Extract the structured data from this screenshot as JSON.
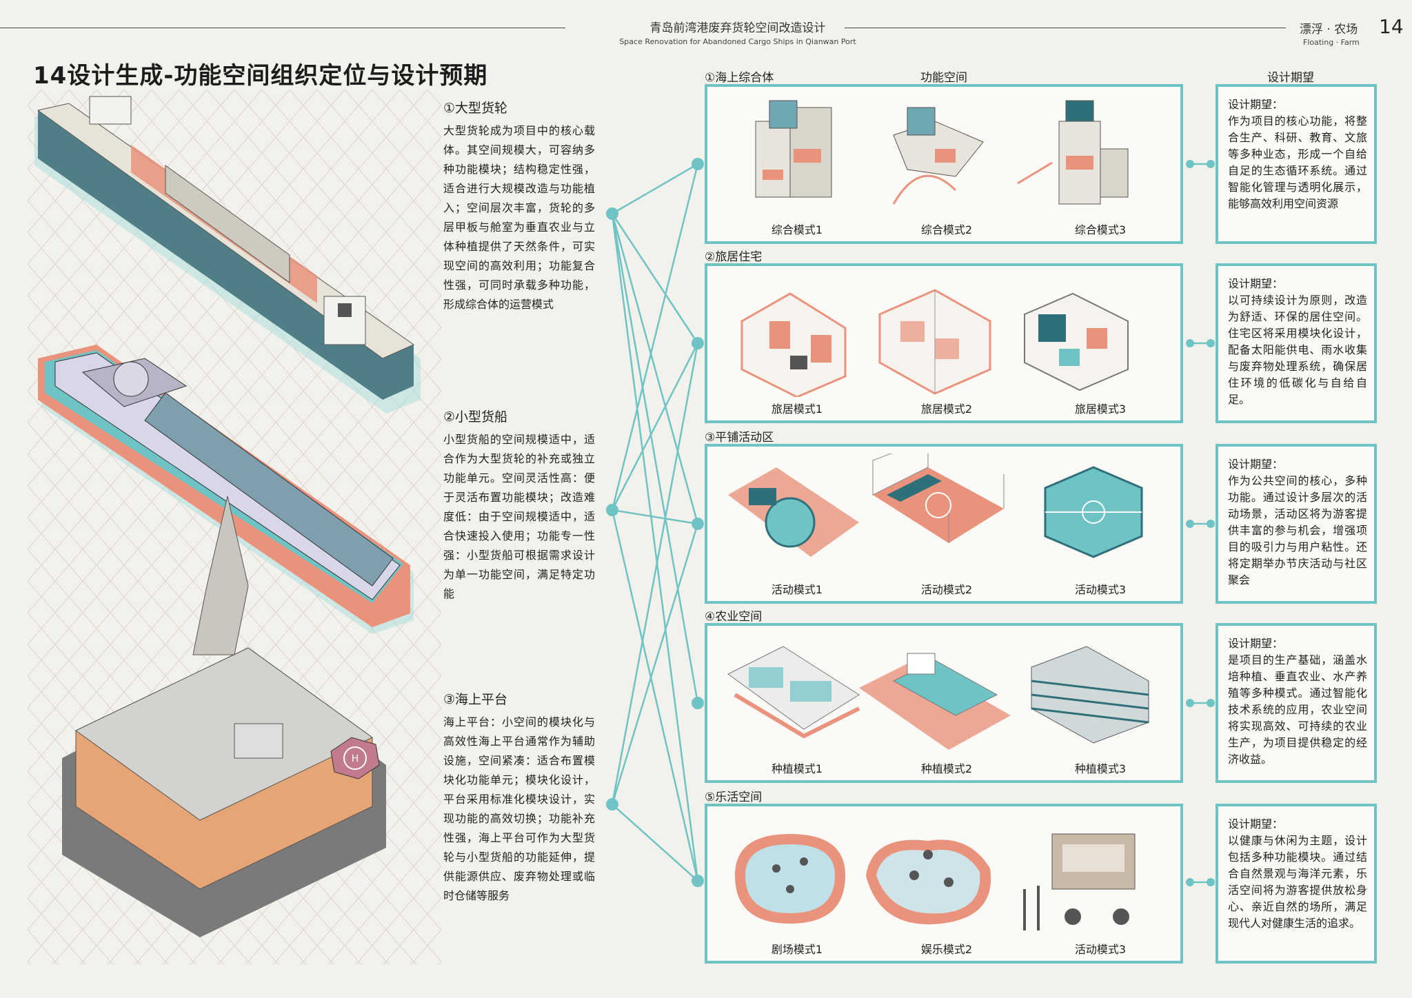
{
  "header": {
    "title": "青岛前湾港废弃货轮空间改造设计",
    "subtitle": "Space Renovation for Abandoned Cargo Ships in Qianwan Port",
    "right_title": "漂浮 · 农场",
    "right_sub": "Floating · Farm",
    "page_number": "14"
  },
  "main_title": "14设计生成-功能空间组织定位与设计预期",
  "left_sections": [
    {
      "title": "①大型货轮",
      "body": "大型货轮成为项目中的核心载体。其空间规模大，可容纳多种功能模块；结构稳定性强，适合进行大规模改造与功能植入；空间层次丰富，货轮的多层甲板与舱室为垂直农业与立体种植提供了天然条件，可实现空间的高效利用；功能复合性强，可同时承载多种功能，形成综合体的运营模式"
    },
    {
      "title": "②小型货船",
      "body": "小型货船的空间规模适中，适合作为大型货轮的补充或独立功能单元。空间灵活性高：便于灵活布置功能模块；改造难度低：由于空间规模适中，适合快速投入使用；功能专一性强：小型货船可根据需求设计为单一功能空间，满足特定功能"
    },
    {
      "title": "③海上平台",
      "body": "海上平台：小空间的模块化与高效性海上平台通常作为辅助设施，空间紧凑：适合布置模块化功能单元；模块化设计，平台采用标准化模块设计，实现功能的高效切换；功能补充性强，海上平台可作为大型货轮与小型货船的功能延伸，提供能源供应、废弃物处理或临时仓储等服务"
    }
  ],
  "column_heads": {
    "function": "功能空间",
    "expectation": "设计期望"
  },
  "rows": [
    {
      "label": "①海上综合体",
      "captions": [
        "综合模式1",
        "综合模式2",
        "综合模式3"
      ],
      "exp_title": "设计期望：",
      "exp_text": "作为项目的核心功能，将整合生产、科研、教育、文旅等多种业态，形成一个自给自足的生态循环系统。通过智能化管理与透明化展示，能够高效利用空间资源"
    },
    {
      "label": "②旅居住宅",
      "captions": [
        "旅居模式1",
        "旅居模式2",
        "旅居模式3"
      ],
      "exp_title": "设计期望：",
      "exp_text": "以可持续设计为原则，改造为舒适、环保的居住空间。住宅区将采用模块化设计，配备太阳能供电、雨水收集与废弃物处理系统，确保居住环境的低碳化与自给自足。"
    },
    {
      "label": "③平铺活动区",
      "captions": [
        "活动模式1",
        "活动模式2",
        "活动模式3"
      ],
      "exp_title": "设计期望：",
      "exp_text": "作为公共空间的核心，多种功能。通过设计多层次的活动场景，活动区将为游客提供丰富的参与机会，增强项目的吸引力与用户粘性。还将定期举办节庆活动与社区聚会"
    },
    {
      "label": "④农业空间",
      "captions": [
        "种植模式1",
        "种植模式2",
        "种植模式3"
      ],
      "exp_title": "设计期望：",
      "exp_text": "是项目的生产基础，涵盖水培种植、垂直农业、水产养殖等多种模式。通过智能化技术系统的应用，农业空间将实现高效、可持续的农业生产，为项目提供稳定的经济收益。"
    },
    {
      "label": "⑤乐活空间",
      "captions": [
        "剧场模式1",
        "娱乐模式2",
        "活动模式3"
      ],
      "exp_title": "设计期望：",
      "exp_text": "以健康与休闲为主题，设计包括多种功能模块。通过结合自然景观与海洋元素，乐活空间将为游客提供放松身心、亲近自然的场所，满足现代人对健康生活的追求。"
    }
  ],
  "colors": {
    "accent": "#6ec3c5",
    "coral": "#e9937c",
    "teal_dark": "#2f6f7a",
    "ship_hull": "#4f7e86"
  }
}
